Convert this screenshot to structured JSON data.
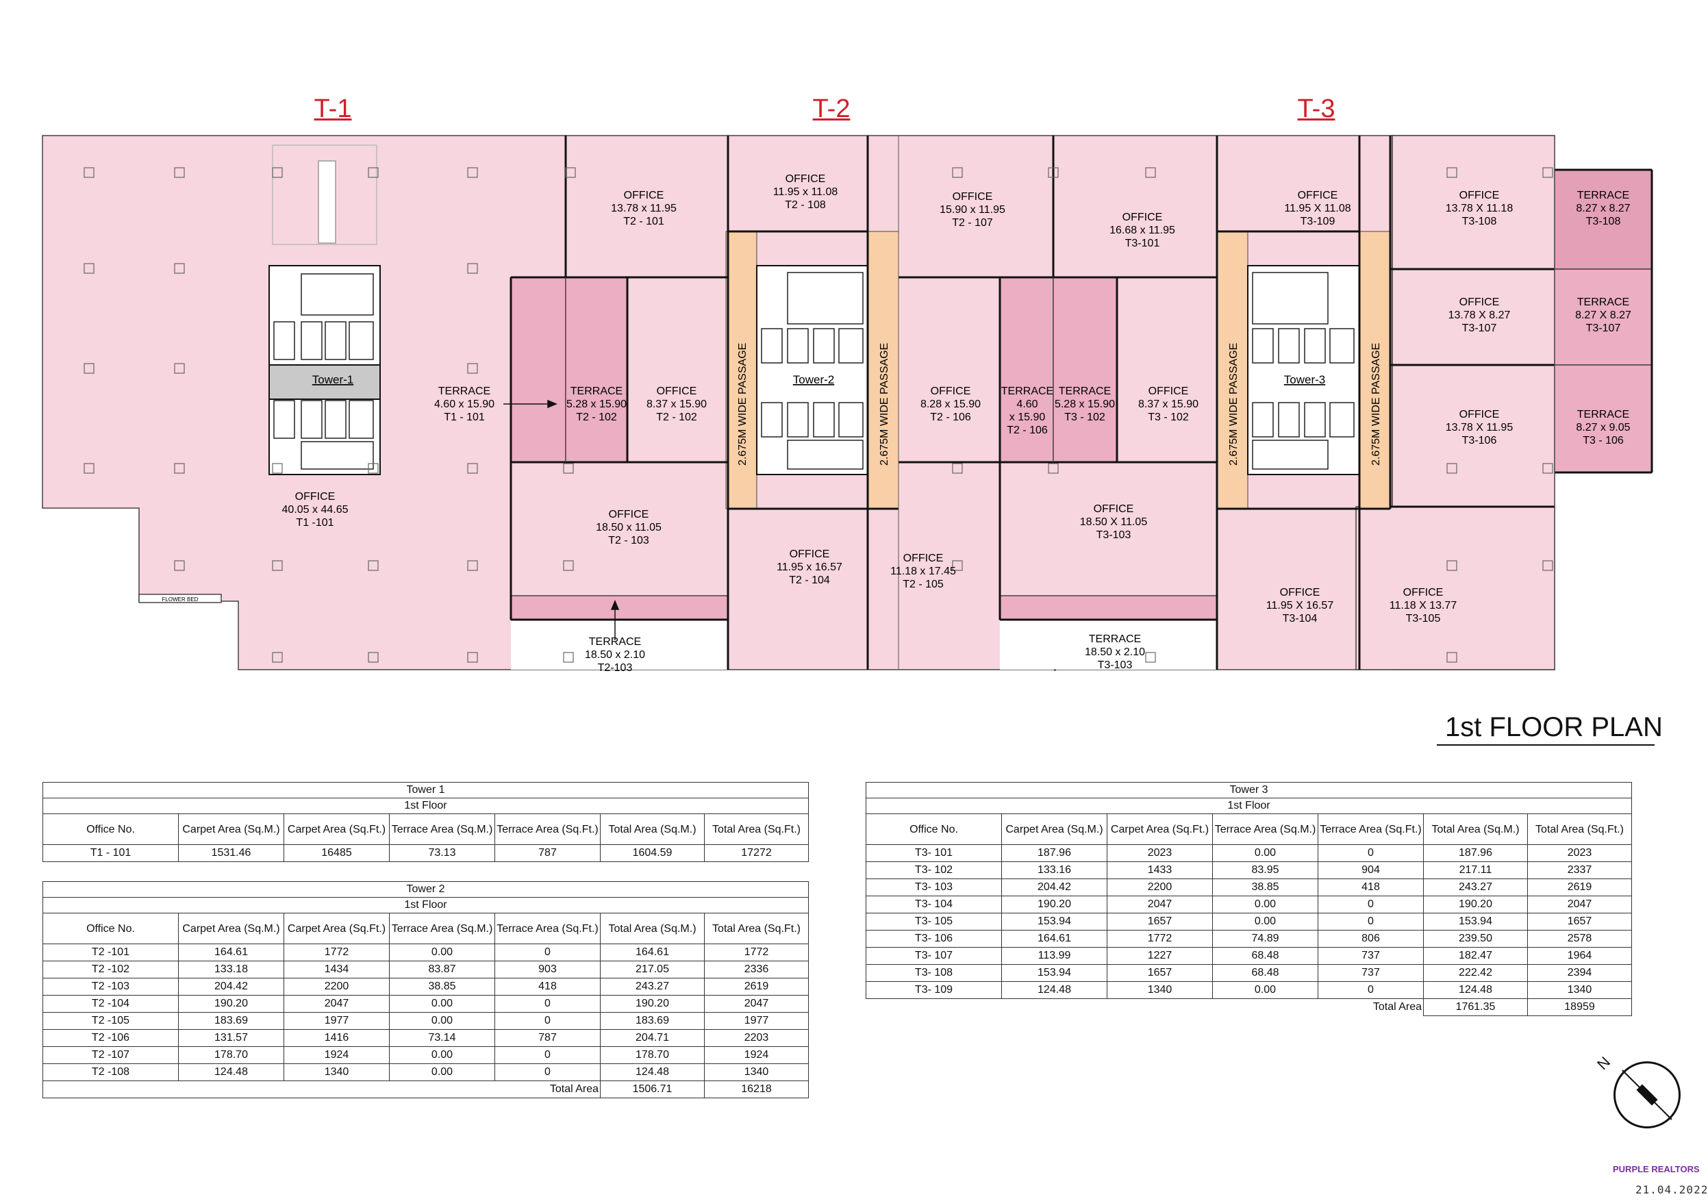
{
  "towers": {
    "t1": "T-1",
    "t2": "T-2",
    "t3": "T-3"
  },
  "plan_title": "1st FLOOR PLAN",
  "date": "21.04.2022",
  "logo_text": "PURPLE REALTORS",
  "compass_label": "N",
  "colors": {
    "office": "#f7d6df",
    "terrace": "#ebaec2",
    "passage": "#f8cfa6",
    "core": "#c9c9c9",
    "wall": "#111111",
    "title_red": "#d0202a"
  },
  "labels": {
    "tower_1": "Tower-1",
    "tower_2": "Tower-2",
    "tower_3": "Tower-3",
    "passage": "2.675M WIDE PASSAGE",
    "flower_bed": "FLOWER BED",
    "t1_office": [
      "OFFICE",
      "40.05 x 44.65",
      "T1 -101"
    ],
    "t1_terrace": [
      "TERRACE",
      "4.60 x 15.90",
      "T1 - 101"
    ],
    "t2_101": [
      "OFFICE",
      "13.78 x 11.95",
      "T2 - 101"
    ],
    "t2_108": [
      "OFFICE",
      "11.95 x 11.08",
      "T2 - 108"
    ],
    "t2_107": [
      "OFFICE",
      "15.90 x 11.95",
      "T2 - 107"
    ],
    "t2_102_terrace": [
      "TERRACE",
      "5.28 x 15.90",
      "T2 - 102"
    ],
    "t2_102": [
      "OFFICE",
      "8.37 x 15.90",
      "T2 - 102"
    ],
    "t2_106": [
      "OFFICE",
      "8.28 x 15.90",
      "T2 - 106"
    ],
    "t2_106_terrace": [
      "TERRACE",
      "4.60",
      "x 15.90",
      "T2 - 106"
    ],
    "t2_103": [
      "OFFICE",
      "18.50 x 11.05",
      "T2 - 103"
    ],
    "t2_104": [
      "OFFICE",
      "11.95 x 16.57",
      "T2 - 104"
    ],
    "t2_105": [
      "OFFICE",
      "11.18 x 17.45",
      "T2 - 105"
    ],
    "t2_103_terrace": [
      "TERRACE",
      "18.50 x 2.10",
      "T2-103"
    ],
    "t3_101": [
      "OFFICE",
      "16.68 x 11.95",
      "T3-101"
    ],
    "t3_109": [
      "OFFICE",
      "11.95 X 11.08",
      "T3-109"
    ],
    "t3_108": [
      "OFFICE",
      "13.78 X 11.18",
      "T3-108"
    ],
    "t3_108_terrace": [
      "TERRACE",
      "8.27 x 8.27",
      "T3-108"
    ],
    "t3_107": [
      "OFFICE",
      "13.78 X 8.27",
      "T3-107"
    ],
    "t3_107_terrace": [
      "TERRACE",
      "8.27 X 8.27",
      "T3-107"
    ],
    "t3_106": [
      "OFFICE",
      "13.78 X 11.95",
      "T3-106"
    ],
    "t3_106_terrace": [
      "TERRACE",
      "8.27 x 9.05",
      "T3 - 106"
    ],
    "t3_102_terrace": [
      "TERRACE",
      "5.28 x 15.90",
      "T3 - 102"
    ],
    "t3_102": [
      "OFFICE",
      "8.37 x 15.90",
      "T3 - 102"
    ],
    "t3_103": [
      "OFFICE",
      "18.50 X 11.05",
      "T3-103"
    ],
    "t3_103_terrace": [
      "TERRACE",
      "18.50 x 2.10",
      "T3-103"
    ],
    "t3_104": [
      "OFFICE",
      "11.95 X 16.57",
      "T3-104"
    ],
    "t3_105": [
      "OFFICE",
      "11.18 X 13.77",
      "T3-105"
    ]
  },
  "table_headers": {
    "office_no": "Office No.",
    "carpet_sqm": "Carpet Area (Sq.M.)",
    "carpet_sqft": "Carpet Area (Sq.Ft.)",
    "terrace_sqm": "Terrace Area (Sq.M.)",
    "terrace_sqft": "Terrace Area (Sq.Ft.)",
    "total_sqm": "Total Area (Sq.M.)",
    "total_sqft": "Total Area (Sq.Ft.)",
    "floor": "1st Floor",
    "total_area": "Total Area"
  },
  "tower1_table": {
    "title": "Tower 1",
    "rows": [
      [
        "T1  - 101",
        "1531.46",
        "16485",
        "73.13",
        "787",
        "1604.59",
        "17272"
      ]
    ]
  },
  "tower2_table": {
    "title": "Tower 2",
    "rows": [
      [
        "T2 -101",
        "164.61",
        "1772",
        "0.00",
        "0",
        "164.61",
        "1772"
      ],
      [
        "T2 -102",
        "133.18",
        "1434",
        "83.87",
        "903",
        "217.05",
        "2336"
      ],
      [
        "T2 -103",
        "204.42",
        "2200",
        "38.85",
        "418",
        "243.27",
        "2619"
      ],
      [
        "T2 -104",
        "190.20",
        "2047",
        "0.00",
        "0",
        "190.20",
        "2047"
      ],
      [
        "T2 -105",
        "183.69",
        "1977",
        "0.00",
        "0",
        "183.69",
        "1977"
      ],
      [
        "T2 -106",
        "131.57",
        "1416",
        "73.14",
        "787",
        "204.71",
        "2203"
      ],
      [
        "T2 -107",
        "178.70",
        "1924",
        "0.00",
        "0",
        "178.70",
        "1924"
      ],
      [
        "T2 -108",
        "124.48",
        "1340",
        "0.00",
        "0",
        "124.48",
        "1340"
      ]
    ],
    "total_sqm": "1506.71",
    "total_sqft": "16218"
  },
  "tower3_table": {
    "title": "Tower 3",
    "rows": [
      [
        "T3- 101",
        "187.96",
        "2023",
        "0.00",
        "0",
        "187.96",
        "2023"
      ],
      [
        "T3- 102",
        "133.16",
        "1433",
        "83.95",
        "904",
        "217.11",
        "2337"
      ],
      [
        "T3- 103",
        "204.42",
        "2200",
        "38.85",
        "418",
        "243.27",
        "2619"
      ],
      [
        "T3- 104",
        "190.20",
        "2047",
        "0.00",
        "0",
        "190.20",
        "2047"
      ],
      [
        "T3- 105",
        "153.94",
        "1657",
        "0.00",
        "0",
        "153.94",
        "1657"
      ],
      [
        "T3- 106",
        "164.61",
        "1772",
        "74.89",
        "806",
        "239.50",
        "2578"
      ],
      [
        "T3- 107",
        "113.99",
        "1227",
        "68.48",
        "737",
        "182.47",
        "1964"
      ],
      [
        "T3- 108",
        "153.94",
        "1657",
        "68.48",
        "737",
        "222.42",
        "2394"
      ],
      [
        "T3- 109",
        "124.48",
        "1340",
        "0.00",
        "0",
        "124.48",
        "1340"
      ]
    ],
    "total_sqm": "1761.35",
    "total_sqft": "18959"
  }
}
